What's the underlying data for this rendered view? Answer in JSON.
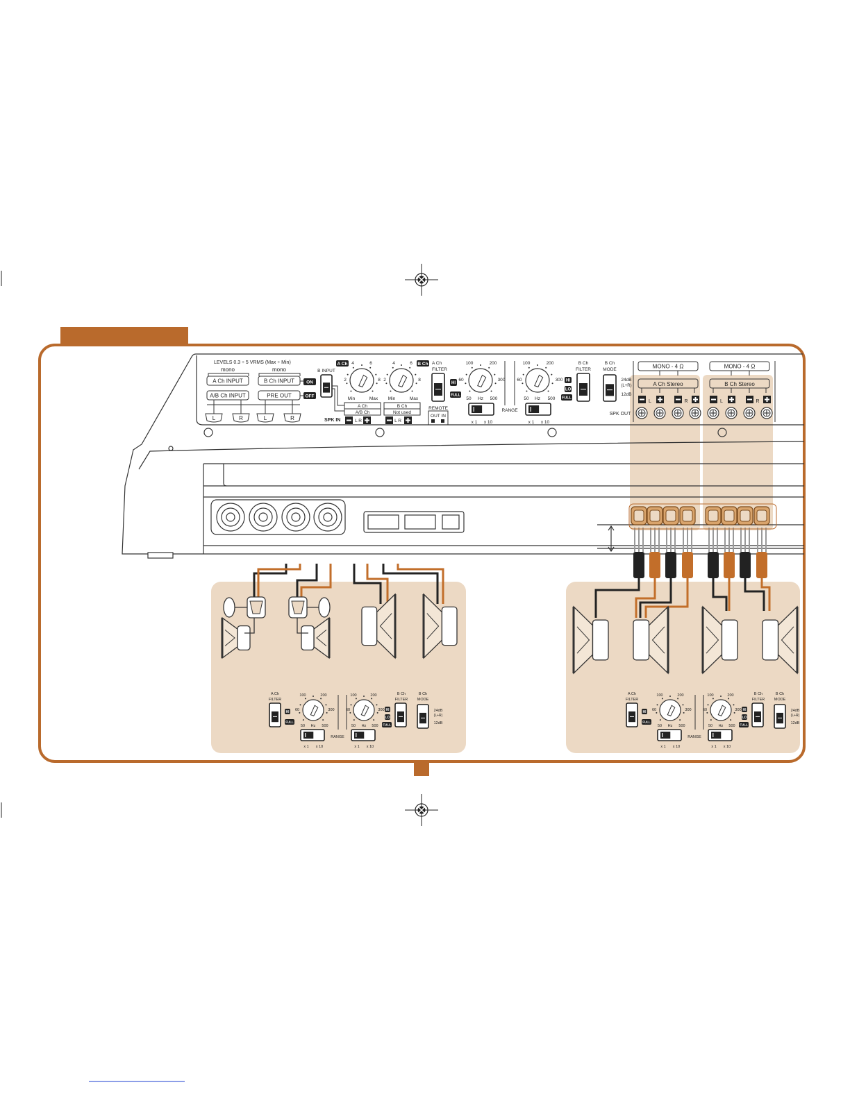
{
  "panel": {
    "levels_label": "LEVELS 0.3 ÷ 5 VRMS  (Max ÷ Min)",
    "mono_a": "mono",
    "mono_b": "mono",
    "a_ch_input": "A Ch INPUT",
    "b_ch_input": "B Ch INPUT",
    "ab_ch_input": "A/B Ch INPUT",
    "pre_out": "PRE OUT",
    "on": "ON",
    "off": "OFF",
    "rca_labels": [
      "L",
      "R",
      "L",
      "R"
    ],
    "b_input": "B INPUT",
    "a_ch_badge": "A Ch",
    "b_ch_badge": "B Ch",
    "gain_ticks_a": [
      "2",
      "4",
      "6",
      "8"
    ],
    "gain_ticks_b": [
      "2",
      "4",
      "6",
      "8"
    ],
    "min": "Min",
    "max": "Max",
    "spk_in_box1_title": "A Ch",
    "spk_in_box1_sub": "A/B Ch",
    "spk_in_box2_title": "B Ch",
    "spk_in_box2_sub": "Not used",
    "spk_in": "SPK IN",
    "spk_in_pins": "L   R",
    "a_ch_filter": [
      "A Ch",
      "FILTER"
    ],
    "b_ch_filter": [
      "B Ch",
      "FILTER"
    ],
    "b_ch_mode": [
      "B Ch",
      "MODE"
    ],
    "hi": "HI",
    "lo": "LO",
    "full": "FULL",
    "freq_ticks": [
      "60",
      "100",
      "200",
      "300",
      "50",
      "Hz",
      "500"
    ],
    "range": "RANGE",
    "x1": "x 1",
    "x10": "x 10",
    "remote": "REMOTE",
    "out_in": "OUT  IN",
    "slope_24": "24dB",
    "slope_lr": "(L+R)",
    "slope_12": "12dB",
    "mono_4": "MONO - 4 Ω",
    "a_ch_stereo": "A Ch Stereo",
    "b_ch_stereo": "B Ch Stereo",
    "spk_out": "SPK OUT",
    "spk_out_lr": [
      "L",
      "R",
      "L",
      "R"
    ]
  },
  "colors": {
    "accent": "#b96a2c",
    "tan": "#ecd9c4",
    "wire_black": "#222222",
    "wire_orange": "#c26e2a"
  },
  "icons": {
    "registration": "crosshair-target-icon",
    "speaker": "speaker-icon",
    "tweeter": "tweeter-icon",
    "knob": "rotary-knob-icon",
    "switch": "slide-switch-icon",
    "terminal": "screw-terminal-icon"
  }
}
